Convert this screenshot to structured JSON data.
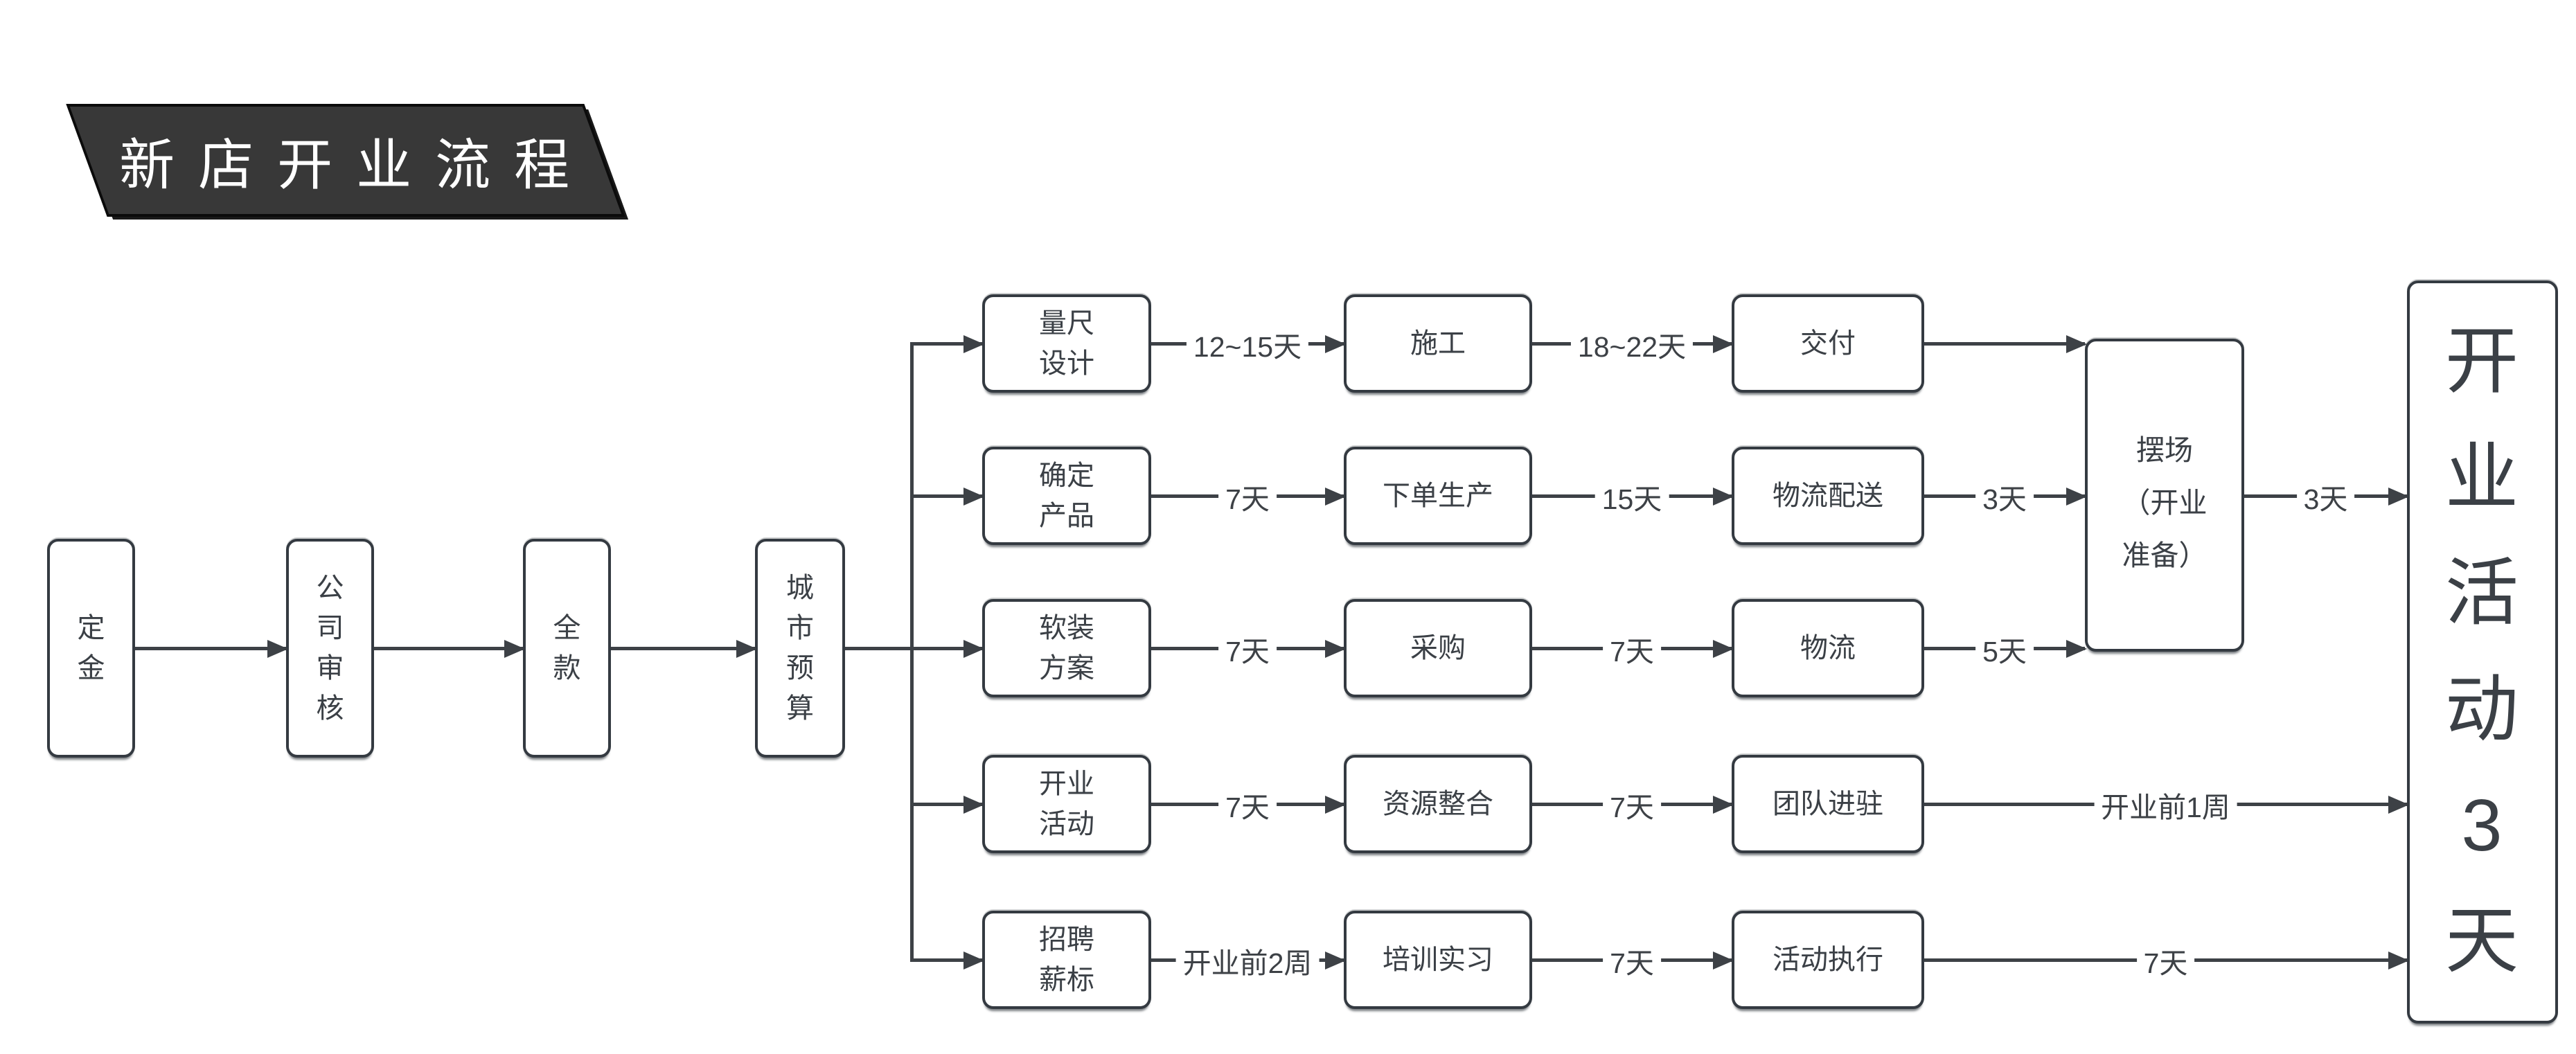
{
  "title": {
    "text": "新店开业流程"
  },
  "colors": {
    "line": "#3d4146",
    "node_border": "#343a41",
    "node_text": "#3b4046",
    "banner_bg": "#383838",
    "banner_text": "#ffffff",
    "canvas_bg": "#ffffff"
  },
  "flow": {
    "main_chain": [
      {
        "label": "定\n金"
      },
      {
        "label": "公\n司\n审\n核"
      },
      {
        "label": "全\n款"
      },
      {
        "label": "城\n市\n预\n算"
      }
    ],
    "rows": [
      {
        "source": "量尺\n设计",
        "label1": "12~15天",
        "step2": "施工",
        "label2": "18~22天",
        "step3": "交付",
        "label3": ""
      },
      {
        "source": "确定\n产品",
        "label1": "7天",
        "step2": "下单生产",
        "label2": "15天",
        "step3": "物流配送",
        "label3": "3天"
      },
      {
        "source": "软装\n方案",
        "label1": "7天",
        "step2": "采购",
        "label2": "7天",
        "step3": "物流",
        "label3": "5天"
      },
      {
        "source": "开业\n活动",
        "label1": "7天",
        "step2": "资源整合",
        "label2": "7天",
        "step3": "团队进驻",
        "label3": "开业前1周"
      },
      {
        "source": "招聘\n薪标",
        "label1": "开业前2周",
        "step2": "培训实习",
        "label2": "7天",
        "step3": "活动执行",
        "label3": "7天"
      }
    ],
    "staging": {
      "label": "摆场\n（开业\n准备）",
      "out_label": "3天"
    },
    "final": {
      "label": "开\n业\n活\n动\n3\n天"
    }
  }
}
